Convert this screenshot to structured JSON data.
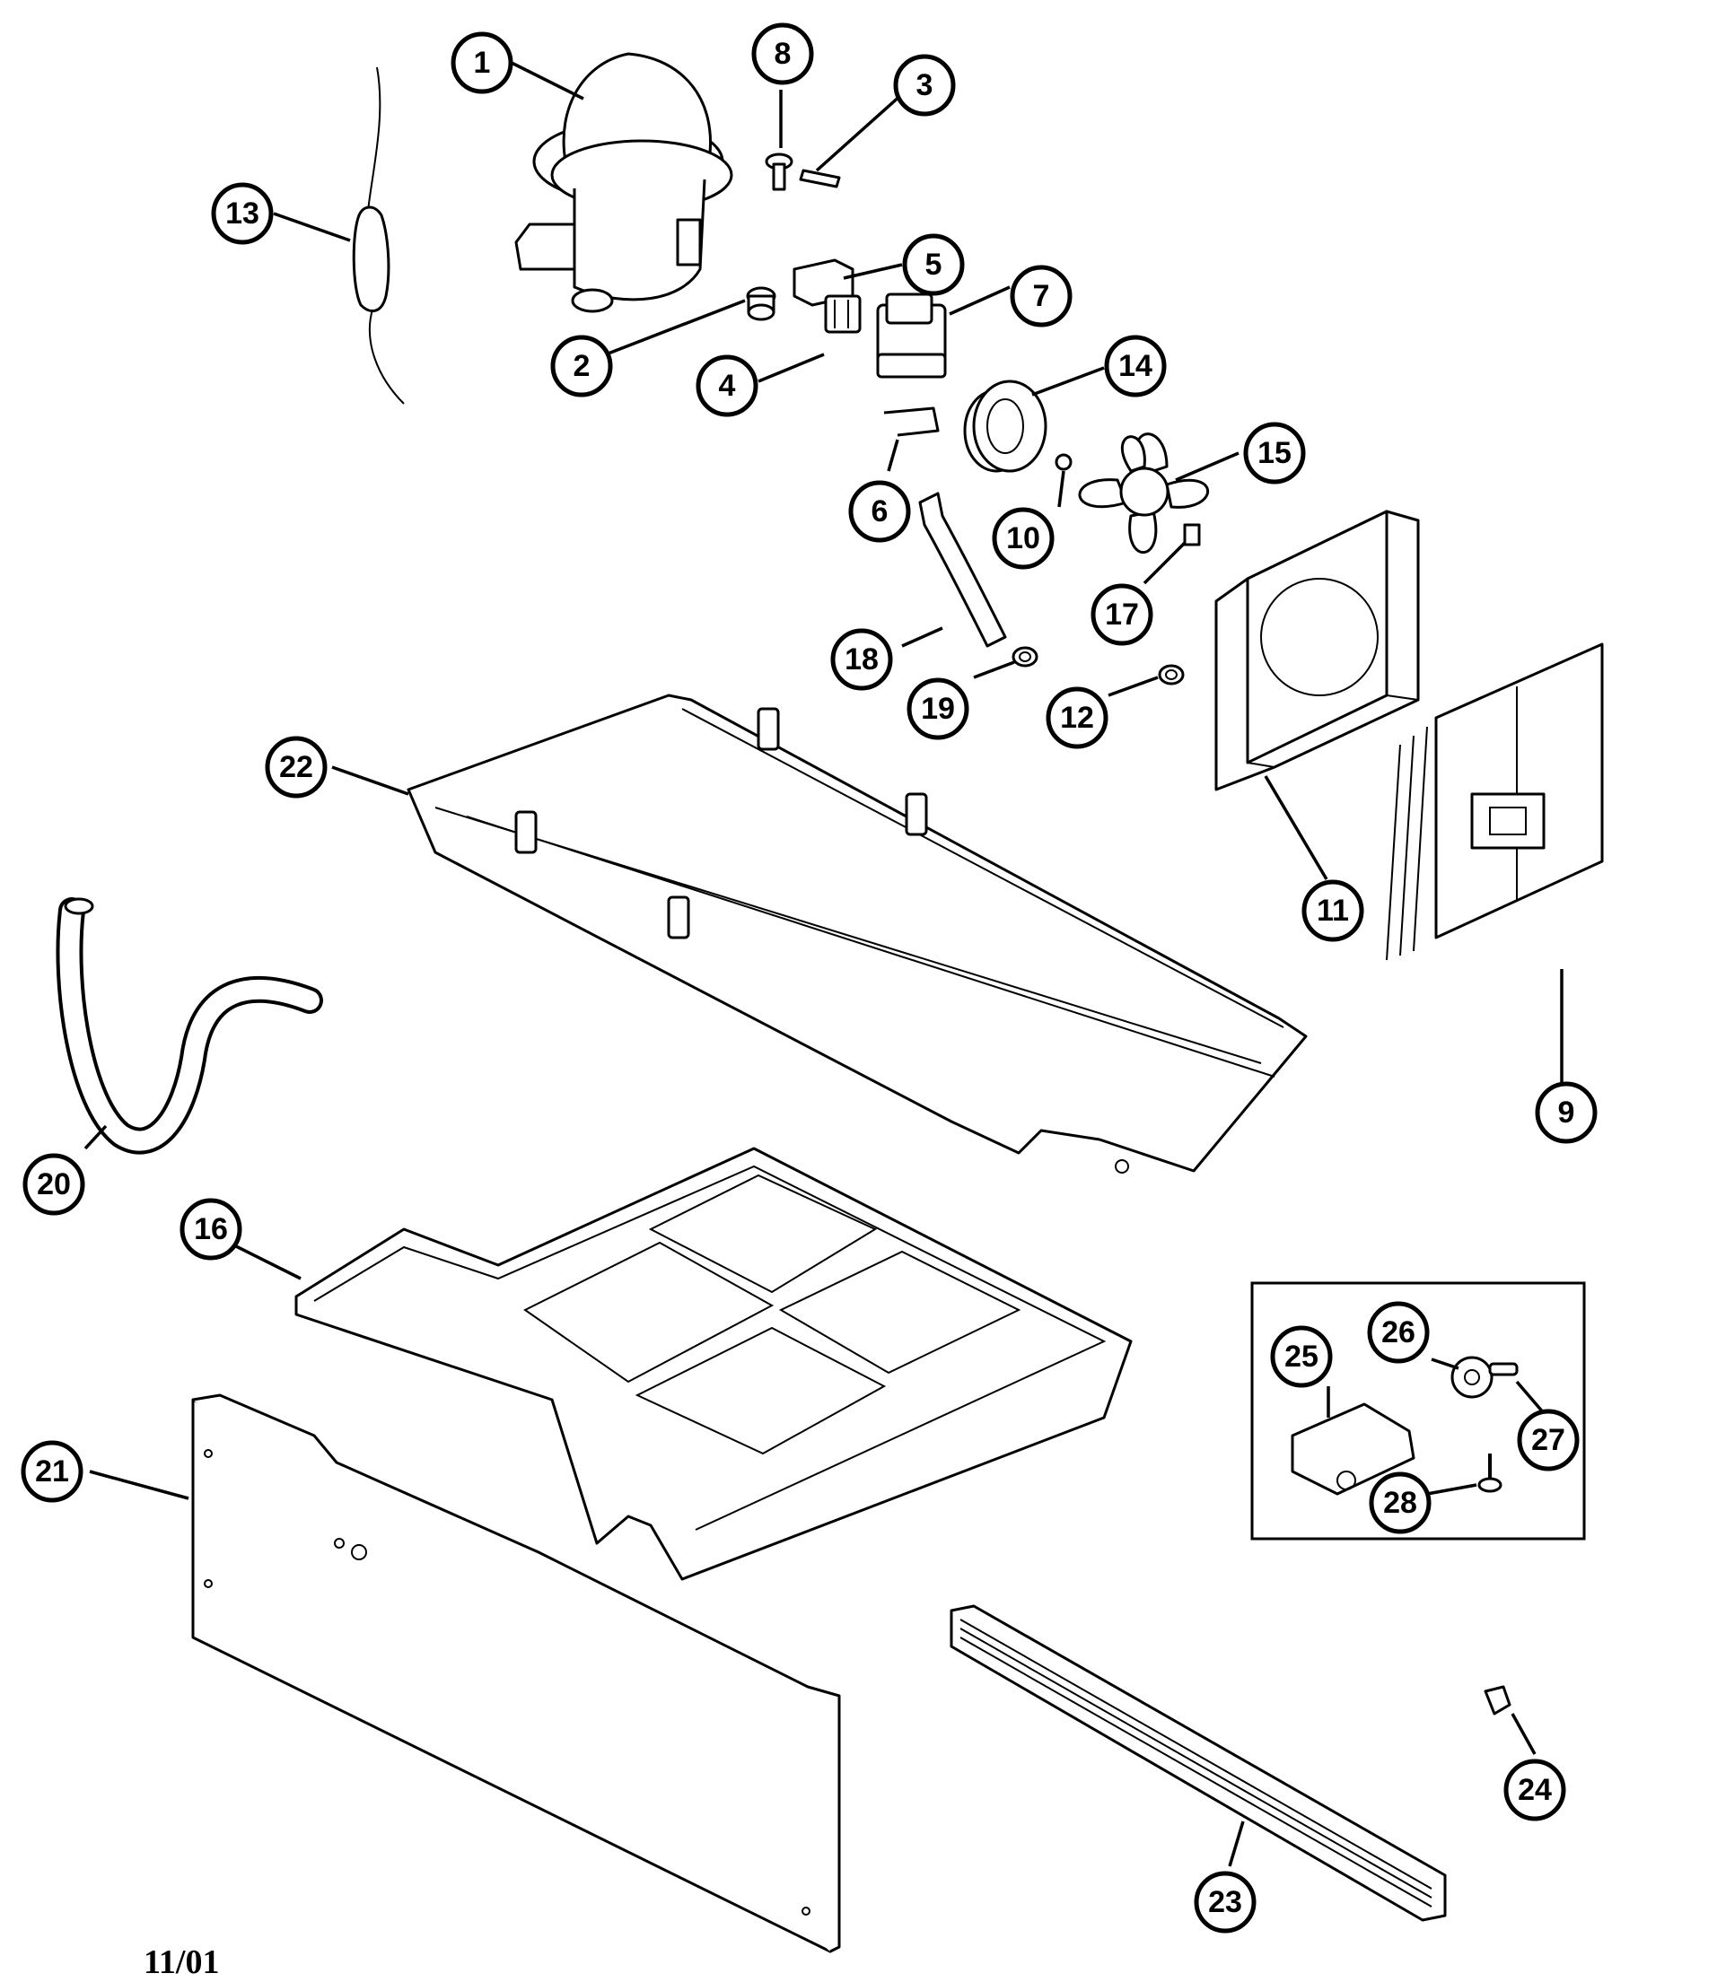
{
  "callouts": [
    {
      "id": "1",
      "label": "1"
    },
    {
      "id": "2",
      "label": "2"
    },
    {
      "id": "3",
      "label": "3"
    },
    {
      "id": "4",
      "label": "4"
    },
    {
      "id": "5",
      "label": "5"
    },
    {
      "id": "6",
      "label": "6"
    },
    {
      "id": "7",
      "label": "7"
    },
    {
      "id": "8",
      "label": "8"
    },
    {
      "id": "9",
      "label": "9"
    },
    {
      "id": "10",
      "label": "10"
    },
    {
      "id": "11",
      "label": "11"
    },
    {
      "id": "12",
      "label": "12"
    },
    {
      "id": "13",
      "label": "13"
    },
    {
      "id": "14",
      "label": "14"
    },
    {
      "id": "15",
      "label": "15"
    },
    {
      "id": "16",
      "label": "16"
    },
    {
      "id": "17",
      "label": "17"
    },
    {
      "id": "18",
      "label": "18"
    },
    {
      "id": "19",
      "label": "19"
    },
    {
      "id": "20",
      "label": "20"
    },
    {
      "id": "21",
      "label": "21"
    },
    {
      "id": "22",
      "label": "22"
    },
    {
      "id": "23",
      "label": "23"
    },
    {
      "id": "24",
      "label": "24"
    },
    {
      "id": "25",
      "label": "25"
    },
    {
      "id": "26",
      "label": "26"
    },
    {
      "id": "27",
      "label": "27"
    },
    {
      "id": "28",
      "label": "28"
    }
  ],
  "footer": {
    "date_code": "11/01"
  }
}
